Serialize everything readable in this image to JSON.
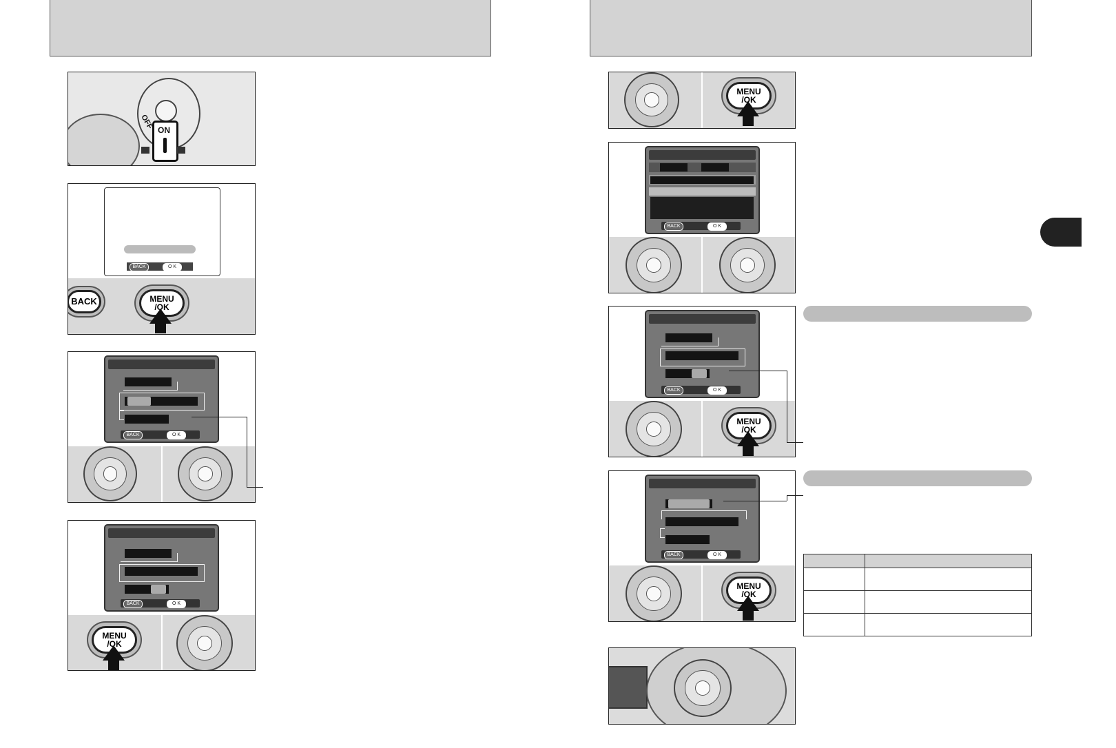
{
  "buttons": {
    "menu_ok": "MENU\n/OK",
    "back": "BACK",
    "lcd_back": "BACK",
    "lcd_ok": "O K"
  },
  "power_switch": {
    "on_label": "ON",
    "off_label": "OFF"
  },
  "colors": {
    "header_band": "#d3d3d3",
    "lcd_body": "#777777",
    "section_band": "#bdbdbd",
    "side_tab": "#222222"
  }
}
